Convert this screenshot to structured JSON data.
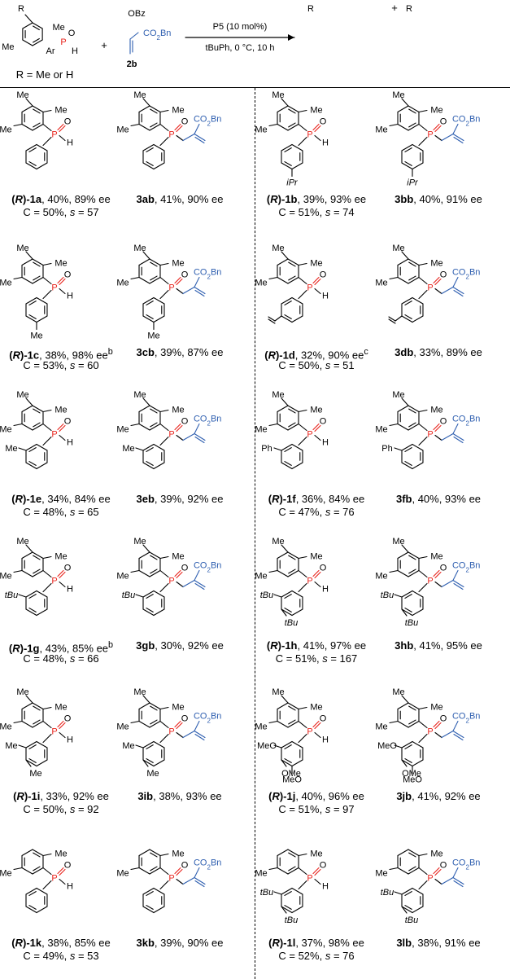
{
  "header": {
    "sub_r": "R",
    "sub_me_top": "Me",
    "sub_me_bottom": "Me",
    "sub_o": "O",
    "sub_p": "P",
    "sub_h": "H",
    "sub_ar": "Ar",
    "r_note": "R = Me or H",
    "plus1": "+",
    "plus2": "+",
    "reagent_obz": "OBz",
    "reagent_co2bn": "CO2Bn",
    "reagent_label": "2b",
    "catalyst": "P5",
    "catalyst_loading": " (10 mol%)",
    "conditions": "tBuPh, 0 °C, 10 h",
    "prod1_r": "R",
    "prod2_r": "R"
  },
  "entries": [
    {
      "id": "1a",
      "row": 0,
      "side": "left",
      "aryl": "phenyl",
      "sub1": "",
      "sub2": "",
      "sub3": "",
      "top_me": true,
      "sm_label": "(R)-1a, 40%, 89% ee",
      "sm_cs": "C = 50%, s = 57",
      "pr_label": "3ab, 41%, 90% ee"
    },
    {
      "id": "1b",
      "row": 0,
      "side": "right",
      "aryl": "4-iPr",
      "sub1": "",
      "sub2": "iPr",
      "sub3": "",
      "top_me": true,
      "sm_label": "(R)-1b, 39%, 93% ee",
      "sm_cs": "C = 51%, s = 74",
      "pr_label": "3bb, 40%, 91% ee"
    },
    {
      "id": "1c",
      "row": 1,
      "side": "left",
      "aryl": "4-Me",
      "sub1": "",
      "sub2": "Me",
      "sub3": "",
      "top_me": true,
      "sm_label": "(R)-1c, 38%, 98% ee",
      "sm_sup": "b",
      "sm_cs": "C = 53%, s = 60",
      "pr_label": "3cb, 39%, 87% ee"
    },
    {
      "id": "1d",
      "row": 1,
      "side": "right",
      "aryl": "4-vinyl",
      "sub1": "",
      "sub2": "",
      "sub3": "",
      "top_me": true,
      "sm_label": "(R)-1d, 32%, 90% ee",
      "sm_sup": "c",
      "sm_cs": "C = 50%, s = 51",
      "pr_label": "3db, 33%, 89% ee"
    },
    {
      "id": "1e",
      "row": 2,
      "side": "left",
      "aryl": "3-Me",
      "sub1": "Me",
      "sub2": "",
      "sub3": "",
      "top_me": true,
      "sm_label": "(R)-1e, 34%, 84% ee",
      "sm_cs": "C = 48%, s = 65",
      "pr_label": "3eb, 39%, 92% ee"
    },
    {
      "id": "1f",
      "row": 2,
      "side": "right",
      "aryl": "3-Ph",
      "sub1": "Ph",
      "sub2": "",
      "sub3": "",
      "top_me": true,
      "sm_label": "(R)-1f, 36%, 84% ee",
      "sm_cs": "C = 47%, s = 76",
      "pr_label": "3fb, 40%, 93% ee"
    },
    {
      "id": "1g",
      "row": 3,
      "side": "left",
      "aryl": "3-tBu",
      "sub1": "tBu",
      "sub2": "",
      "sub3": "",
      "top_me": true,
      "sm_label": "(R)-1g, 43%, 85% ee",
      "sm_sup": "b",
      "sm_cs": "C = 48%, s = 66",
      "pr_label": "3gb, 30%, 92% ee"
    },
    {
      "id": "1h",
      "row": 3,
      "side": "right",
      "aryl": "3,5-tBu",
      "sub1": "tBu",
      "sub2": "",
      "sub3": "tBu",
      "top_me": true,
      "sm_label": "(R)-1h, 41%, 97% ee",
      "sm_cs": "C = 51%, s = 167",
      "pr_label": "3hb, 41%, 95% ee"
    },
    {
      "id": "1i",
      "row": 4,
      "side": "left",
      "aryl": "3,5-Me",
      "sub1": "Me",
      "sub2": "",
      "sub3": "Me",
      "top_me": true,
      "sm_label": "(R)-1i, 33%, 92% ee",
      "sm_cs": "C = 50%, s = 92",
      "pr_label": "3ib, 38%, 93% ee"
    },
    {
      "id": "1j",
      "row": 4,
      "side": "right",
      "aryl": "3,4,5-OMe",
      "sub1": "MeO",
      "sub2": "MeO",
      "sub3": "OMe",
      "top_me": true,
      "sm_label": "(R)-1j, 40%, 96% ee",
      "sm_cs": "C = 51%, s = 97",
      "pr_label": "3jb, 41%, 92% ee"
    },
    {
      "id": "1k",
      "row": 5,
      "side": "left",
      "aryl": "phenyl",
      "sub1": "",
      "sub2": "",
      "sub3": "",
      "top_me": false,
      "sm_label": "(R)-1k, 38%, 85% ee",
      "sm_cs": "C = 49%, s = 53",
      "pr_label": "3kb, 39%, 90% ee"
    },
    {
      "id": "1l",
      "row": 5,
      "side": "right",
      "aryl": "3,5-tBu",
      "sub1": "tBu",
      "sub2": "",
      "sub3": "tBu",
      "top_me": false,
      "sm_label": "(R)-1l, 37%, 98% ee",
      "sm_cs": "C = 52%, s = 76",
      "pr_label": "3lb, 38%, 91% ee"
    }
  ],
  "atom_labels": {
    "me": "Me",
    "p": "P",
    "o": "O",
    "h": "H",
    "co2bn": "CO2Bn"
  },
  "colors": {
    "phosphorus": "#e8241d",
    "acrylate": "#2f5fb0",
    "text": "#000000"
  }
}
